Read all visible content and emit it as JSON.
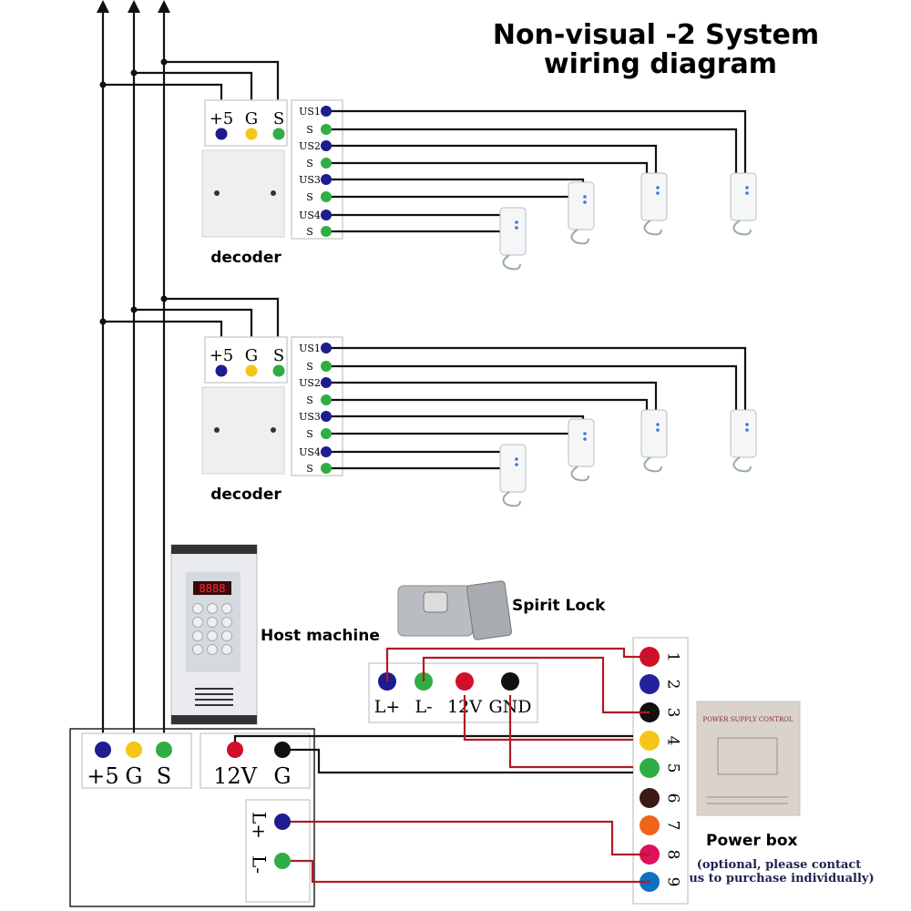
{
  "title": {
    "line1": "Non-visual -2 System",
    "line2": "wiring diagram"
  },
  "decoders": [
    {
      "label": "decoder",
      "inputs": [
        "+5",
        "G",
        "S"
      ],
      "outputs": [
        "US1",
        "S",
        "US2",
        "S",
        "US3",
        "S",
        "US4",
        "S"
      ]
    },
    {
      "label": "decoder",
      "inputs": [
        "+5",
        "G",
        "S"
      ],
      "outputs": [
        "US1",
        "S",
        "US2",
        "S",
        "US3",
        "S",
        "US4",
        "S"
      ]
    }
  ],
  "host": {
    "label": "Host machine",
    "display": "8888",
    "bus_terminals": [
      "+5",
      "G",
      "S"
    ],
    "power_terminals": [
      "12V",
      "G"
    ],
    "lock_terminals": [
      "L+",
      "L-"
    ]
  },
  "lock": {
    "label": "Spirit Lock",
    "terminals": [
      "L+",
      "L-",
      "12V",
      "GND"
    ]
  },
  "power_box": {
    "label": "Power box",
    "note_line1": "(optional, please contact",
    "note_line2": "us to purchase individually)",
    "panel_text": "POWER SUPPLY CONTROL",
    "terminals": [
      "1",
      "2",
      "3",
      "4",
      "5",
      "6",
      "7",
      "8",
      "9"
    ],
    "terminal_colors": [
      "#d0102a",
      "#22229a",
      "#111111",
      "#f5c518",
      "#2fae44",
      "#3a1a12",
      "#f06418",
      "#e0105a",
      "#1070c0"
    ]
  },
  "colors": {
    "plus5": "#1d1d8f",
    "ground": "#f5c518",
    "signal": "#2fae44",
    "red_wire": "#b01c22",
    "black_wire": "#111111"
  }
}
